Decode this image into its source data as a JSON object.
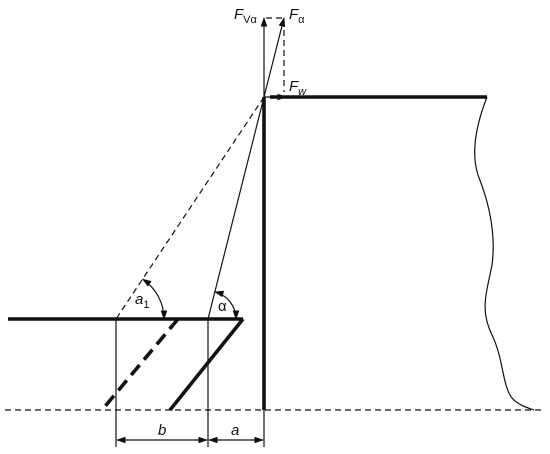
{
  "labels": {
    "force_vertical": {
      "symbol": "F",
      "subscript": "Vα"
    },
    "force_angled": {
      "symbol": "F",
      "subscript": "α"
    },
    "force_wind": {
      "symbol": "F",
      "subscript": "w"
    },
    "angle_a1": {
      "symbol": "a",
      "subscript": "1"
    },
    "angle_alpha": "α",
    "dim_b": "b",
    "dim_a": "a"
  }
}
